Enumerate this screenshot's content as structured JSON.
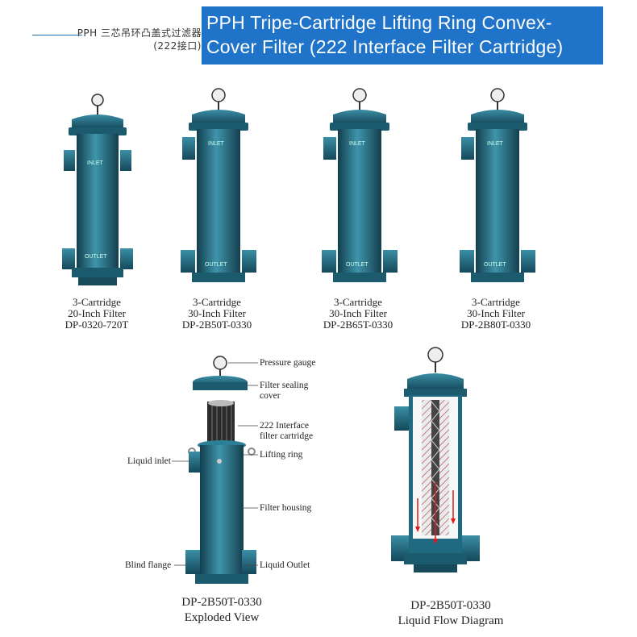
{
  "header": {
    "cn_title_line1": "PPH 三芯吊环凸盖式过滤器",
    "cn_title_line2": "(222接口)",
    "en_title_line1": "PPH Tripe-Cartridge Lifting Ring Convex-",
    "en_title_line2": "Cover Filter (222 Interface Filter Cartridge)"
  },
  "products": [
    {
      "line1": "3-Cartridge",
      "line2": "20-Inch Filter",
      "model": "DP-0320-720T"
    },
    {
      "line1": "3-Cartridge",
      "line2": "30-Inch Filter",
      "model": "DP-2B50T-0330"
    },
    {
      "line1": "3-Cartridge",
      "line2": "30-Inch Filter",
      "model": "DP-2B65T-0330"
    },
    {
      "line1": "3-Cartridge",
      "line2": "30-Inch Filter",
      "model": "DP-2B80T-0330"
    }
  ],
  "body_labels": {
    "inlet": "INLET",
    "outlet": "OUTLET"
  },
  "exploded": {
    "labels": {
      "pressure_gauge": "Pressure gauge",
      "sealing_cover_1": "Filter sealing",
      "sealing_cover_2": "cover",
      "cartridge_1": "222 Interface",
      "cartridge_2": "filter cartridge",
      "liquid_inlet": "Liquid inlet",
      "lifting_ring": "Lifting ring",
      "filter_housing": "Filter housing",
      "blind_flange": "Blind flange",
      "liquid_outlet": "Liquid Outlet"
    },
    "model": "DP-2B50T-0330",
    "caption": "Exploded View"
  },
  "flow": {
    "model": "DP-2B50T-0330",
    "caption": "Liquid Flow Diagram"
  },
  "colors": {
    "housing": "#1f6a80",
    "housing_light": "#3f94ab",
    "housing_dark": "#123f4e",
    "banner": "#1f73c9",
    "flow_arrow": "#e01919"
  }
}
